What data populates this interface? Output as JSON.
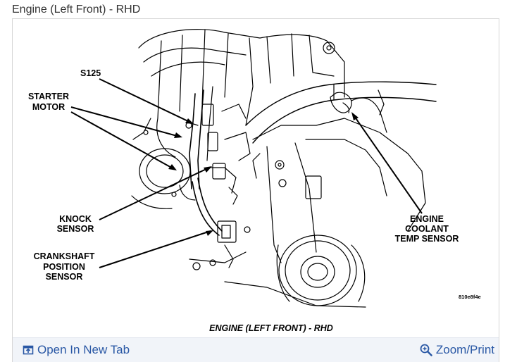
{
  "page": {
    "title": "Engine (Left Front) - RHD"
  },
  "diagram": {
    "labels": {
      "s125": "S125",
      "starter_line1": "STARTER",
      "starter_line2": "MOTOR",
      "knock_line1": "KNOCK",
      "knock_line2": "SENSOR",
      "crank_line1": "CRANKSHAFT",
      "crank_line2": "POSITION",
      "crank_line3": "SENSOR",
      "coolant_line1": "ENGINE",
      "coolant_line2": "COOLANT",
      "coolant_line3": "TEMP SENSOR"
    },
    "code": "810e8f4e",
    "caption": "ENGINE (LEFT FRONT) - RHD"
  },
  "footer": {
    "open_tab": {
      "label": "Open In New Tab",
      "icon": "open-new-tab-icon"
    },
    "zoom": {
      "label": "Zoom/Print",
      "icon": "zoom-icon"
    }
  },
  "colors": {
    "link": "#2a58a5",
    "footer_bg": "#f1f4f9",
    "border": "#d6d6d6"
  }
}
